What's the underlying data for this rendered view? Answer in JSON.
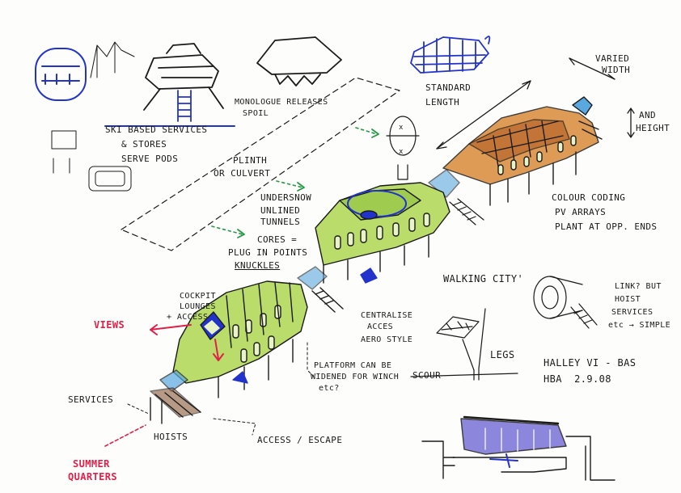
{
  "colors": {
    "ink": "#1a1a1a",
    "module_green": "#b9dc6a",
    "module_orange": "#d98a3a",
    "highlight_blue": "#2233cc",
    "arrow_green": "#229944",
    "accent_red": "#e0204a",
    "plinth_brown": "#8a5a3a"
  },
  "labels": {
    "ski_based_1": "SKI BASED SERVICES",
    "ski_based_2": "& STORES",
    "ski_based_3": "SERVE PODS",
    "monologue": "MONOLOGUE RELEASES",
    "monologue_2": "SPOIL",
    "standard_length_1": "STANDARD",
    "standard_length_2": "LENGTH",
    "varied_width_1": "VARIED",
    "varied_width_2": "WIDTH",
    "and_height_1": "AND",
    "and_height_2": "HEIGHT",
    "plinth_1": "PLINTH",
    "plinth_2": "OR CULVERT",
    "undersnow_1": "UNDERSNOW",
    "undersnow_2": "UNLINED",
    "undersnow_3": "TUNNELS",
    "cores_1": "CORES =",
    "cores_2": "PLUG IN POINTS",
    "cores_3": "KNUCKLES",
    "colour_coding_1": "COLOUR CODING",
    "colour_coding_2": "PV ARRAYS",
    "colour_coding_3": "PLANT AT OPP. ENDS",
    "walking_city": "WALKING CITY'",
    "cockpit_1": "COCKPIT",
    "cockpit_2": "LOUNGES",
    "cockpit_3": "+ ACCESS",
    "views": "VIEWS",
    "centralise_1": "CENTRALISE",
    "centralise_2": "ACCES",
    "aero_style": "AERO STYLE",
    "link_1": "LINK? BUT",
    "link_2": "HOIST",
    "link_3": "SERVICES",
    "link_4": "etc → SIMPLE",
    "legs": "LEGS",
    "scour": "SCOUR",
    "platform_1": "PLATFORM CAN BE",
    "platform_2": "WIDENED FOR WINCH",
    "platform_3": "etc?",
    "halley_1": "HALLEY VI - BAS",
    "halley_2": "HBA  2.9.08",
    "services": "SERVICES",
    "hoists": "HOISTS",
    "access_escape": "ACCESS / ESCAPE",
    "summer_1": "SUMMER",
    "summer_2": "QUARTERS"
  }
}
